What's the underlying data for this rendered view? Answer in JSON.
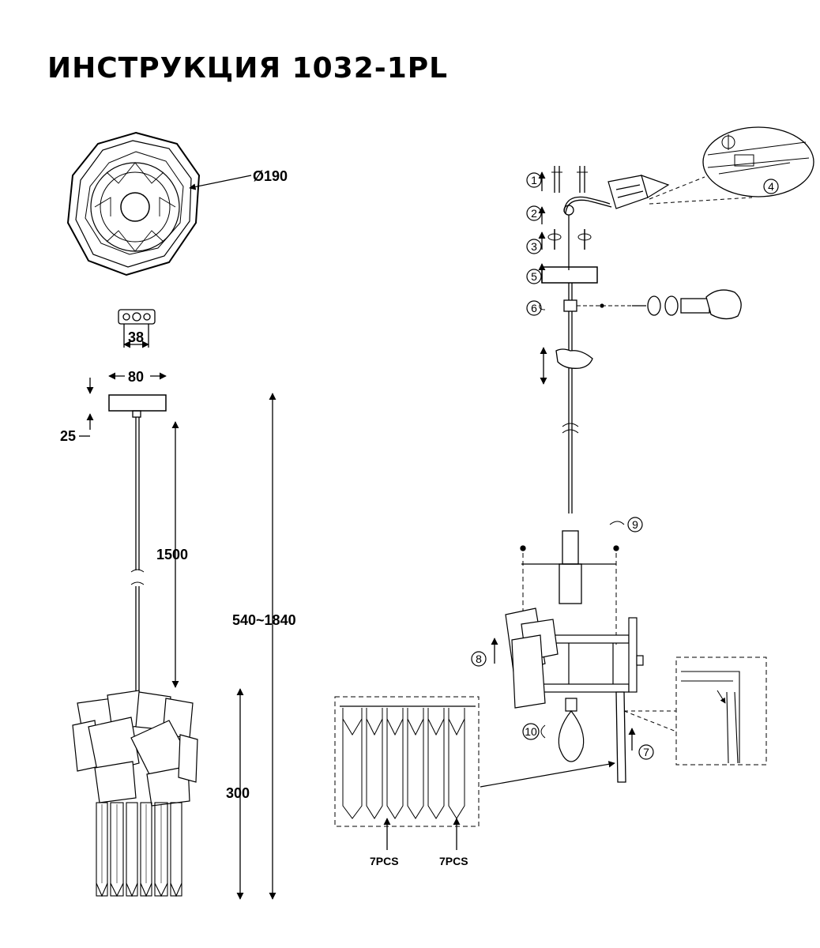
{
  "title": "ИНСТРУКЦИЯ 1032-1PL",
  "dimensions": {
    "diameter": "Ø190",
    "bracket_width": "38",
    "canopy_width": "80",
    "canopy_height": "25",
    "rod_length": "1500",
    "total_height": "540~1840",
    "body_height": "300"
  },
  "crystal_panel": {
    "left_count": "7PCS",
    "right_count": "7PCS"
  },
  "steps": [
    "1",
    "2",
    "3",
    "4",
    "5",
    "6",
    "7",
    "8",
    "9",
    "10"
  ]
}
